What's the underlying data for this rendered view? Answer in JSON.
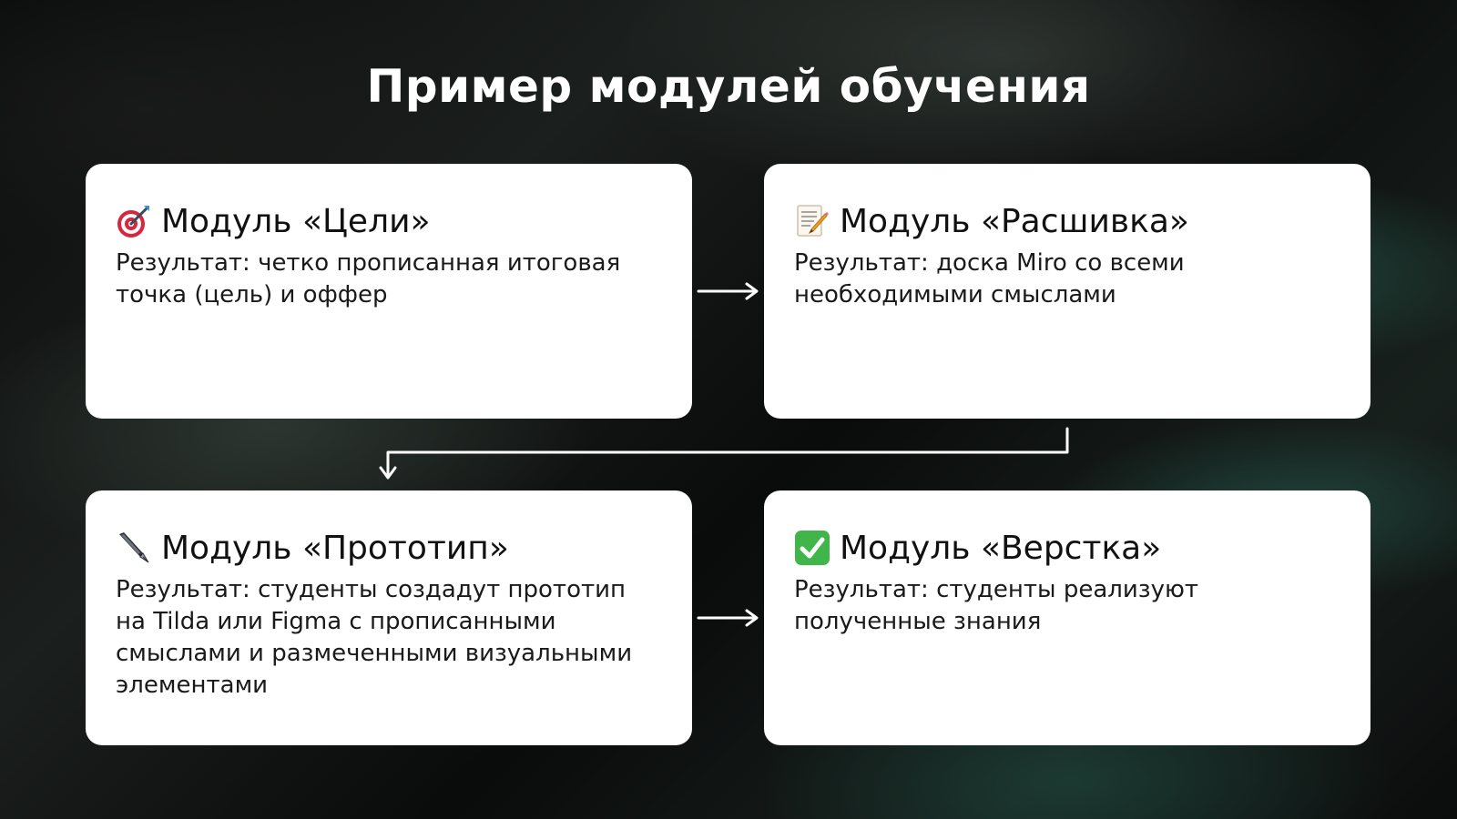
{
  "title": "Пример модулей обучения",
  "modules": [
    {
      "icon": "target-dart-icon",
      "title": "Модуль «Цели»",
      "result": "Результат: четко прописанная итоговая точка (цель) и оффер"
    },
    {
      "icon": "memo-pencil-icon",
      "title": "Модуль «Расшивка»",
      "result": "Результат: доска Miro со всеми необходимыми смыслами"
    },
    {
      "icon": "fountain-pen-icon",
      "title": "Модуль «Прототип»",
      "result": "Результат: студенты создадут прототип на Tilda или Figma с прописанными смыслами и размеченными визуальными элементами"
    },
    {
      "icon": "check-mark-button-icon",
      "title": "Модуль «Верстка»",
      "result": "Результат: студенты реализуют полученные знания"
    }
  ],
  "colors": {
    "card_background": "#ffffff",
    "text": "#111111",
    "arrows": "#ffffff",
    "check_green": "#3fb54a"
  }
}
